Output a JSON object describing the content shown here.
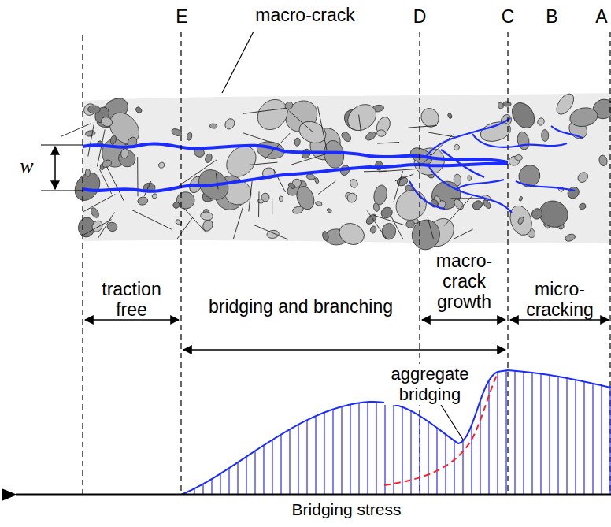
{
  "diagram": {
    "labels": [
      "macro-crack",
      "E",
      "D",
      "C",
      "B",
      "A",
      "w",
      "traction free",
      "bridging and branching",
      "macro-crack growth",
      "micro-cracking",
      "aggregate bridging",
      "Bridging stress"
    ]
  }
}
